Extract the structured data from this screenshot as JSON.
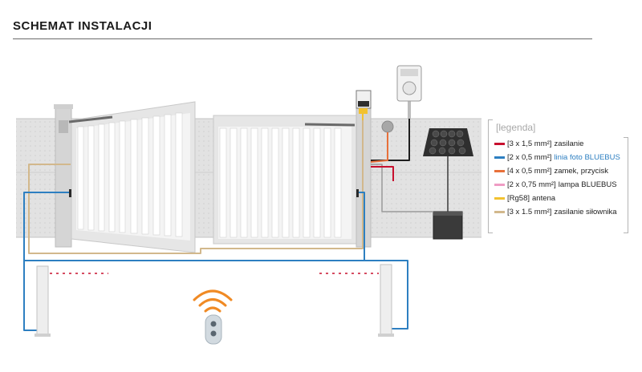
{
  "title": "SCHEMAT INSTALACJI",
  "legend": {
    "heading": "[legenda]",
    "items": [
      {
        "spec": "[3 x 1,5 mm²]",
        "label": "zasilanie",
        "color": "#c8102e",
        "accent": false
      },
      {
        "spec": "[2 x 0,5 mm²]",
        "label": "linia foto BLUEBUS",
        "color": "#2d7fc1",
        "accent": true
      },
      {
        "spec": "[4 x 0,5 mm²]",
        "label": "zamek, przycisk",
        "color": "#e8703a",
        "accent": false
      },
      {
        "spec": "[2 x 0,75 mm²]",
        "label": "lampa BLUEBUS",
        "color": "#ef9cc4",
        "accent": false
      },
      {
        "spec": "[Rg58]",
        "label": "antena",
        "color": "#f2c230",
        "accent": false
      },
      {
        "spec": "[3 x 1.5 mm²]",
        "label": "zasilanie siłownika",
        "color": "#d2b88c",
        "accent": false
      }
    ]
  },
  "colors": {
    "fence": "#d9d9d9",
    "gate_frame": "#e6e6e6",
    "gate_bar": "#ffffff",
    "post": "#d5d5d5",
    "photocell_beam": "#c8102e",
    "signal": "#f08a24",
    "solar": "#2f2f2f",
    "box": "#3a3a3a"
  },
  "icons": [
    "wifi-signal-icon",
    "remote-control-icon",
    "keypad-icon",
    "solar-panel-icon"
  ]
}
